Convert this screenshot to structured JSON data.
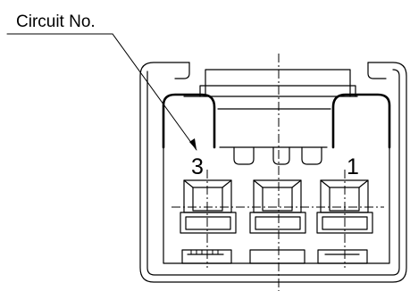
{
  "callout": {
    "label": "Circuit No."
  },
  "circuits": [
    {
      "number": "3"
    },
    {
      "number": "1"
    }
  ]
}
